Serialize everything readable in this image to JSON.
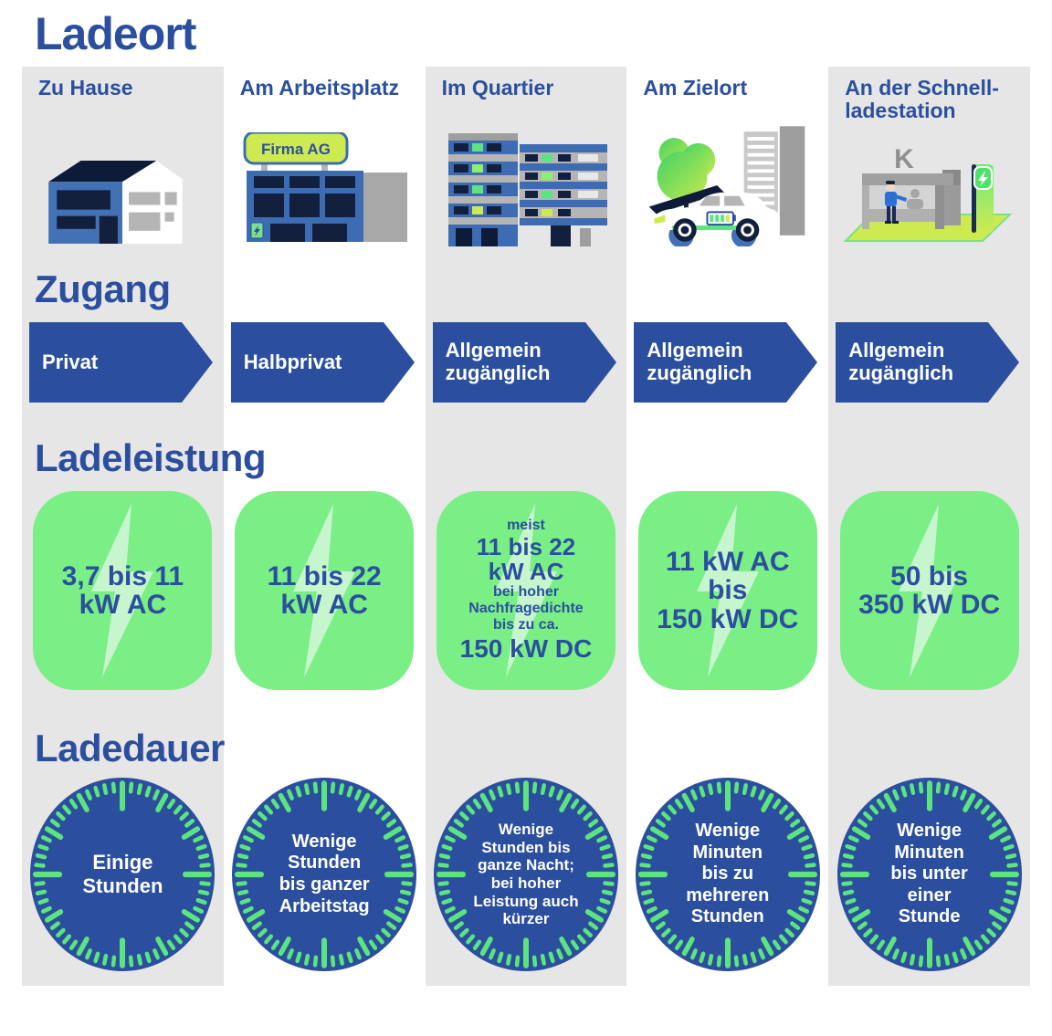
{
  "title": "Ladeort",
  "section_titles": {
    "access": "Zugang",
    "power": "Ladeleistung",
    "duration": "Ladedauer"
  },
  "colors": {
    "heading_blue": "#2B4F9E",
    "panel_green": "#79EF85",
    "tick_green": "#5CE47E",
    "column_gray": "#E6E6E6"
  },
  "columns": [
    {
      "header": "Zu Hause",
      "illustration": "home-building",
      "access": "Privat",
      "power_main": "3,7 bis 11\nkW AC",
      "duration": "Einige\nStunden"
    },
    {
      "header": "Am Arbeitsplatz",
      "illustration": "office-building",
      "sign_label": "Firma AG",
      "access": "Halbprivat",
      "power_main": "11 bis 22\nkW AC",
      "duration": "Wenige\nStunden\nbis ganzer\nArbeitstag"
    },
    {
      "header": "Im Quartier",
      "illustration": "apartment-buildings",
      "access": "Allgemein\nzugänglich",
      "power_pre": "meist",
      "power_main": "11 bis 22\nkW AC",
      "power_mid": "bei hoher\nNachfragedichte\nbis zu ca.",
      "power_post": "150 kW DC",
      "duration": "Wenige\nStunden bis\nganze Nacht;\nbei hoher\nLeistung auch\nkürzer"
    },
    {
      "header": "Am Zielort",
      "illustration": "destination-car-tree",
      "access": "Allgemein\nzugänglich",
      "power_main": "11 kW AC\nbis\n150 kW DC",
      "duration": "Wenige\nMinuten\nbis zu\nmehreren\nStunden"
    },
    {
      "header": "An der Schnell-\nladestation",
      "illustration": "fast-charging-kiosk",
      "kiosk_label": "K",
      "access": "Allgemein\nzugänglich",
      "power_main": "50 bis\n350 kW DC",
      "duration": "Wenige\nMinuten\nbis unter\neiner\nStunde"
    }
  ]
}
